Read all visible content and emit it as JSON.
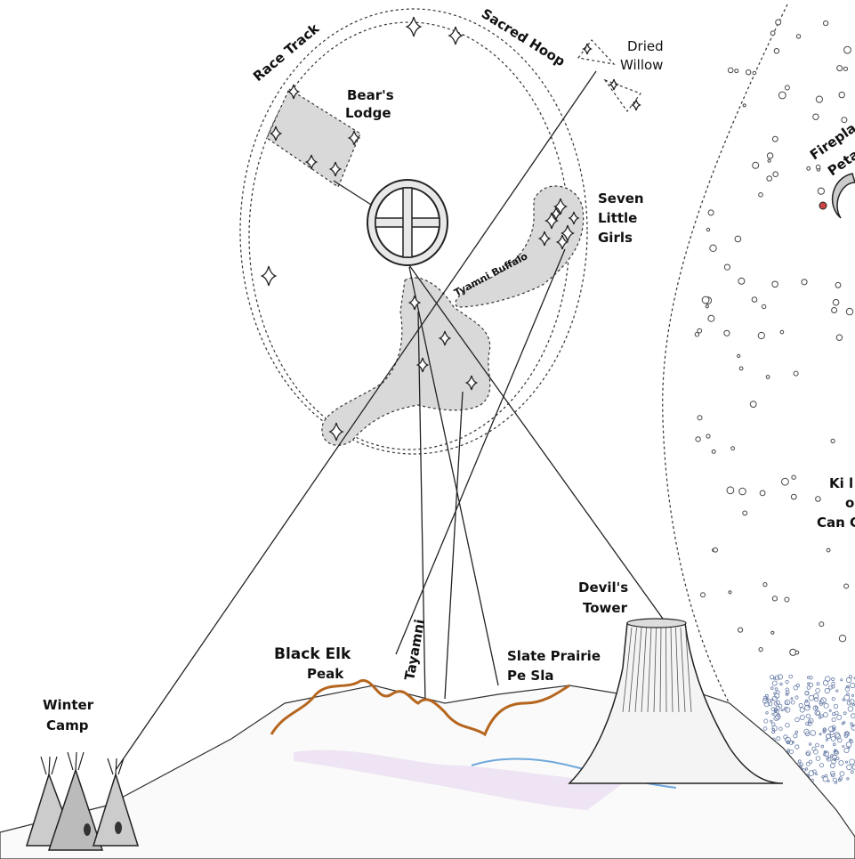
{
  "labels": {
    "race_track": "Race Track",
    "sacred_hoop": "Sacred Hoop",
    "dried_willow_1": "Dried",
    "dried_willow_2": "Willow",
    "bears_lodge_1": "Bear's",
    "bears_lodge_2": "Lodge",
    "fireplace_1": "Firepla",
    "fireplace_2": "Peta",
    "seven_girls_1": "Seven",
    "seven_girls_2": "Little",
    "seven_girls_3": "Girls",
    "tyamni_buffalo": "Tyamni Buffalo",
    "ki_1": "Ki l",
    "ki_2": "o",
    "ki_3": "Can C",
    "devils_tower_1": "Devil's",
    "devils_tower_2": "Tower",
    "black_elk_1": "Black Elk",
    "black_elk_2": "Peak",
    "tayamni": "Tayamni",
    "slate_prairie_1": "Slate Prairie",
    "slate_prairie_2": "Pe Sla",
    "winter_camp_1": "Winter",
    "winter_camp_2": "Camp"
  },
  "colors": {
    "ink": "#222222",
    "constellation_fill": "#d9d9d9",
    "ridge": "#b5651d",
    "water": "#6fa8dc",
    "vegetation": "#7d4c8c",
    "milky_way_dots": "#6a7ea8"
  }
}
